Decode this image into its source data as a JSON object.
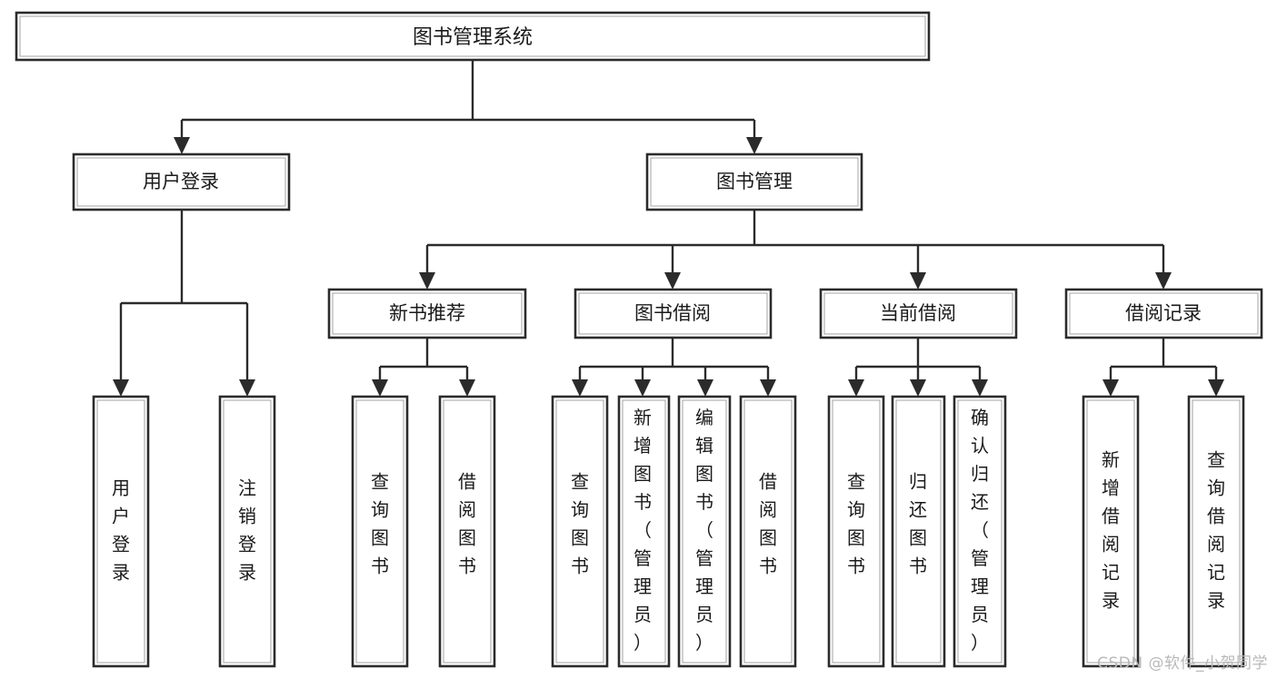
{
  "diagram": {
    "title": "图书管理系统",
    "type": "hierarchy-tree",
    "watermark": "CSDN @软件_小贺同学",
    "colors": {
      "background": "#ffffff",
      "box_fill": "#ffffff",
      "box_stroke": "#2b2b2b",
      "connector": "#2b2b2b",
      "text": "#1a1a1a",
      "watermark": "#b9b9b9"
    }
  },
  "chart_data": {
    "type": "tree",
    "title": "图书管理系统",
    "orientation": "top-down",
    "root": {
      "label": "图书管理系统",
      "children": [
        {
          "label": "用户登录",
          "children": [
            {
              "label": "用户登录"
            },
            {
              "label": "注销登录"
            }
          ]
        },
        {
          "label": "图书管理",
          "children": [
            {
              "label": "新书推荐",
              "children": [
                {
                  "label": "查询图书"
                },
                {
                  "label": "借阅图书"
                }
              ]
            },
            {
              "label": "图书借阅",
              "children": [
                {
                  "label": "查询图书"
                },
                {
                  "label": "新增图书（管理员）"
                },
                {
                  "label": "编辑图书（管理员）"
                },
                {
                  "label": "借阅图书"
                }
              ]
            },
            {
              "label": "当前借阅",
              "children": [
                {
                  "label": "查询图书"
                },
                {
                  "label": "归还图书"
                },
                {
                  "label": "确认归还（管理员）"
                }
              ]
            },
            {
              "label": "借阅记录",
              "children": [
                {
                  "label": "新增借阅记录"
                },
                {
                  "label": "查询借阅记录"
                }
              ]
            }
          ]
        }
      ]
    }
  },
  "nodes": {
    "root": {
      "label": "图书管理系统"
    },
    "level2": {
      "user_login": {
        "label": "用户登录"
      },
      "book_manage": {
        "label": "图书管理"
      }
    },
    "level3": {
      "new_book_rec": {
        "label": "新书推荐"
      },
      "book_borrow": {
        "label": "图书借阅"
      },
      "current_borrow": {
        "label": "当前借阅"
      },
      "borrow_record": {
        "label": "借阅记录"
      }
    },
    "leaves": {
      "l1": {
        "label": "用户登录",
        "chars": [
          "用",
          "户",
          "登",
          "录"
        ]
      },
      "l2": {
        "label": "注销登录",
        "chars": [
          "注",
          "销",
          "登",
          "录"
        ]
      },
      "l3": {
        "label": "查询图书",
        "chars": [
          "查",
          "询",
          "图",
          "书"
        ]
      },
      "l4": {
        "label": "借阅图书",
        "chars": [
          "借",
          "阅",
          "图",
          "书"
        ]
      },
      "l5": {
        "label": "查询图书",
        "chars": [
          "查",
          "询",
          "图",
          "书"
        ]
      },
      "l6": {
        "label": "新增图书（管理员）",
        "chars": [
          "新",
          "增",
          "图",
          "书",
          "（",
          "管",
          "理",
          "员",
          "）"
        ]
      },
      "l7": {
        "label": "编辑图书（管理员）",
        "chars": [
          "编",
          "辑",
          "图",
          "书",
          "（",
          "管",
          "理",
          "员",
          "）"
        ]
      },
      "l8": {
        "label": "借阅图书",
        "chars": [
          "借",
          "阅",
          "图",
          "书"
        ]
      },
      "l9": {
        "label": "查询图书",
        "chars": [
          "查",
          "询",
          "图",
          "书"
        ]
      },
      "l10": {
        "label": "归还图书",
        "chars": [
          "归",
          "还",
          "图",
          "书"
        ]
      },
      "l11": {
        "label": "确认归还（管理员）",
        "chars": [
          "确",
          "认",
          "归",
          "还",
          "（",
          "管",
          "理",
          "员",
          "）"
        ]
      },
      "l12": {
        "label": "新增借阅记录",
        "chars": [
          "新",
          "增",
          "借",
          "阅",
          "记",
          "录"
        ]
      },
      "l13": {
        "label": "查询借阅记录",
        "chars": [
          "查",
          "询",
          "借",
          "阅",
          "记",
          "录"
        ]
      }
    }
  }
}
